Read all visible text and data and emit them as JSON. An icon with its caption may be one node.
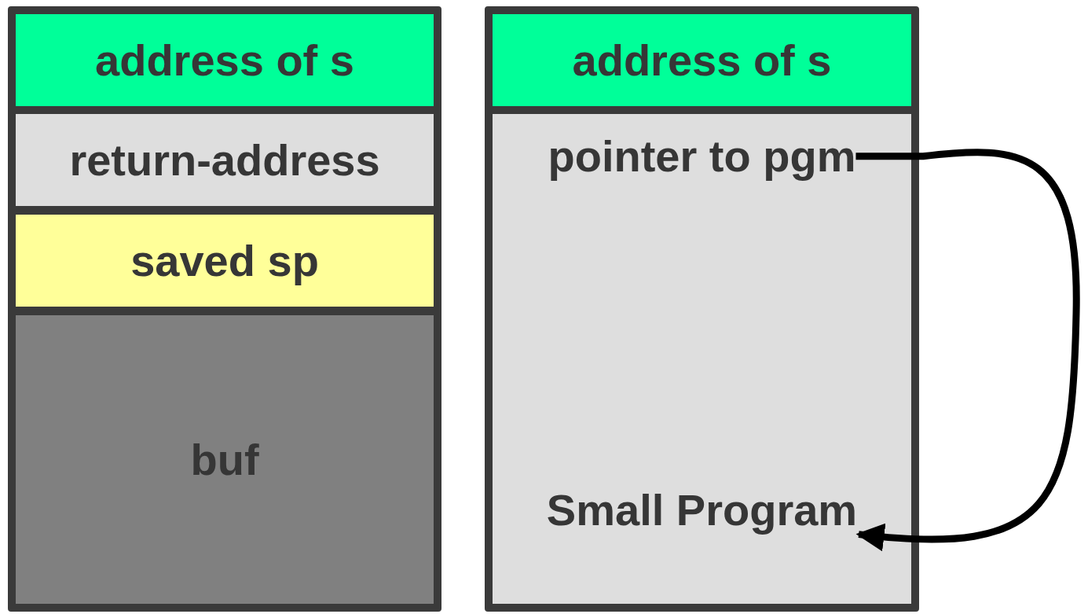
{
  "diagram": {
    "nodes": [
      {
        "text": [],
        "shape": "box"
      },
      {
        "text": [
          "address of s"
        ],
        "in": 0
      },
      {
        "text": [
          "return-address"
        ],
        "in": 0
      },
      {
        "text": [
          "saved sp"
        ],
        "in": 0
      },
      {
        "text": [
          "buf"
        ],
        "in": 0
      },
      {
        "text": [],
        "shape": "box"
      },
      {
        "text": [
          "address of s"
        ],
        "in": 5
      },
      {
        "text": [
          "pointer to pgm"
        ],
        "in": 5
      },
      {
        "text": [
          "Small Program"
        ],
        "in": 5
      }
    ],
    "edges": [
      {
        "from": 7,
        "to": 8,
        "arrow": "to"
      }
    ]
  }
}
